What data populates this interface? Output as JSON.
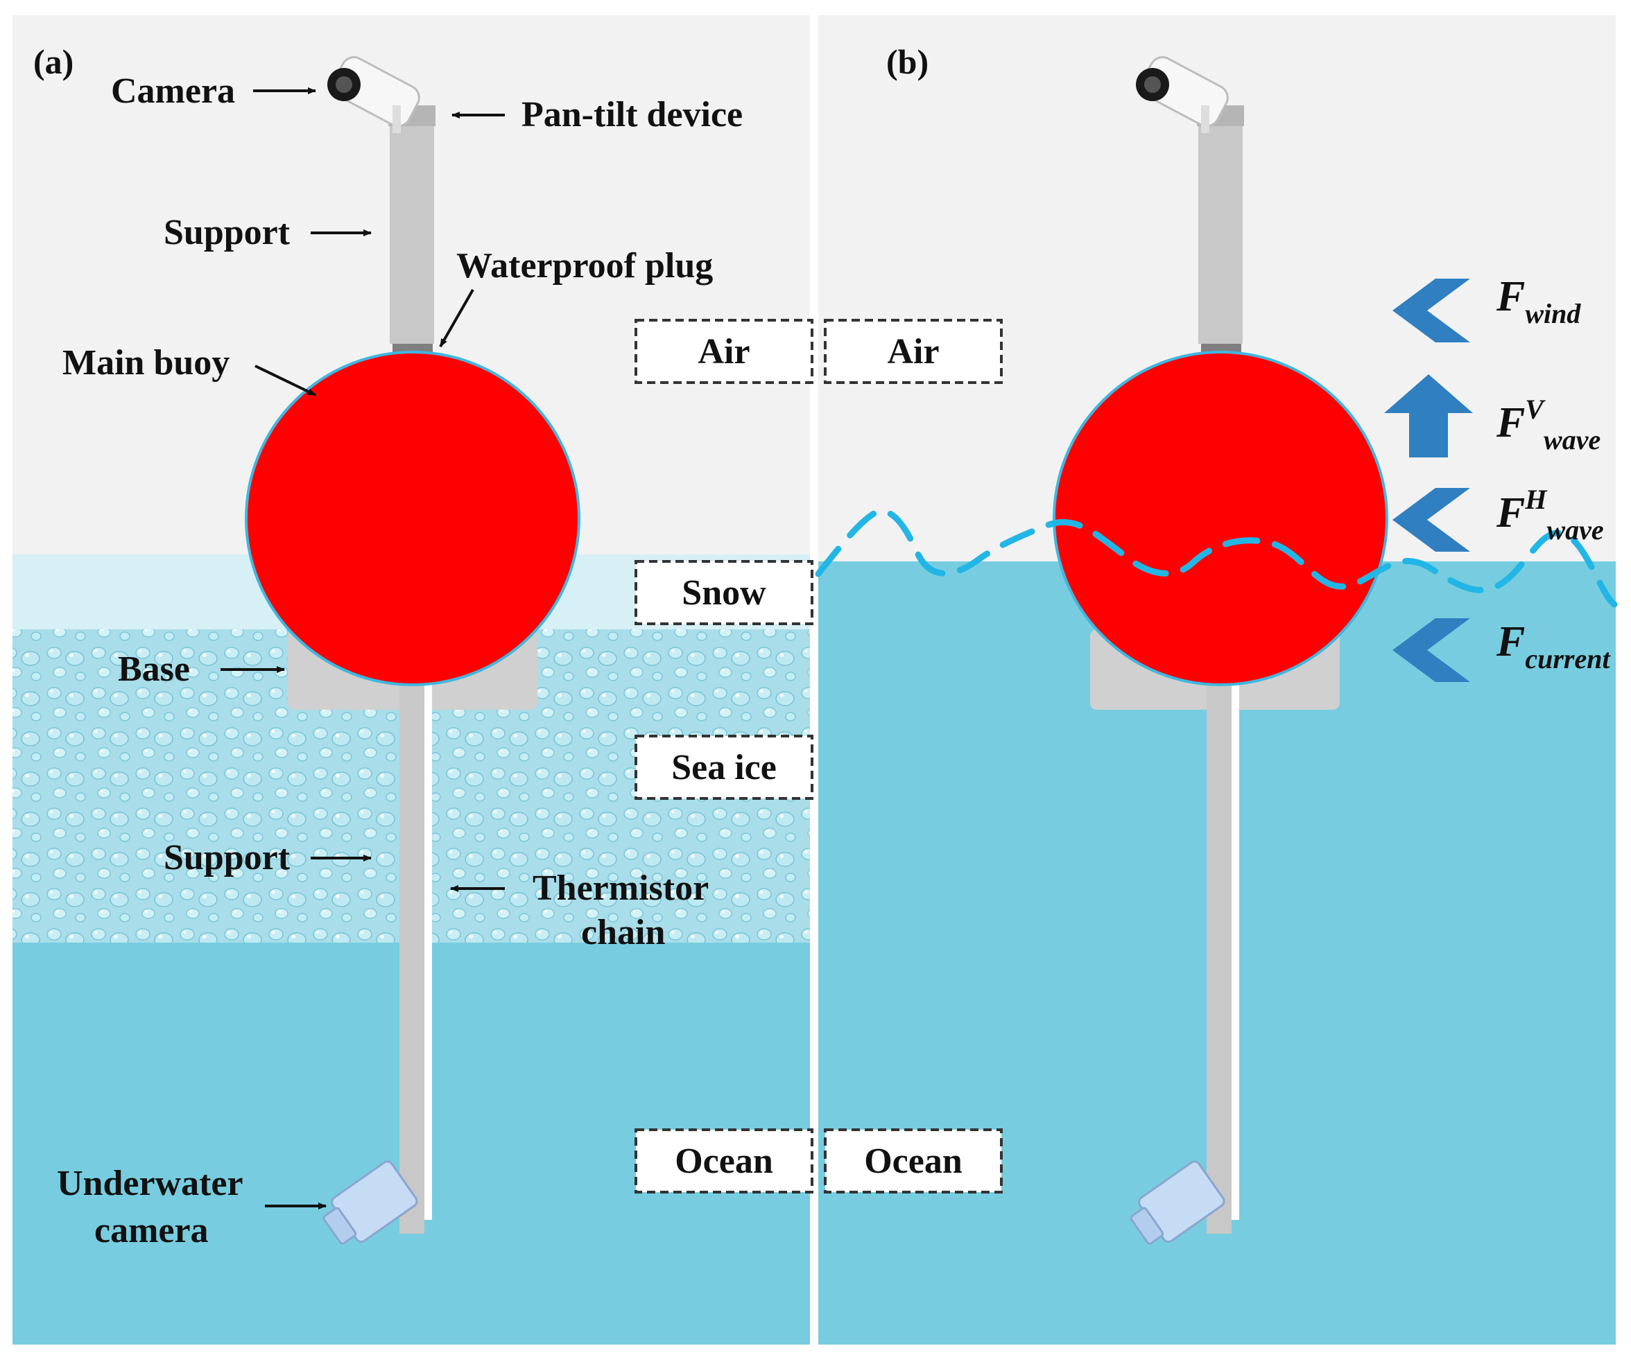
{
  "panels": {
    "a": {
      "label": "(a)"
    },
    "b": {
      "label": "(b)"
    }
  },
  "labels": {
    "camera": "Camera",
    "pan_tilt": "Pan-tilt device",
    "support_top": "Support",
    "waterproof_plug": "Waterproof plug",
    "main_buoy": "Main buoy",
    "base": "Base",
    "support_bottom": "Support",
    "thermistor_line1": "Thermistor",
    "thermistor_line2": "chain",
    "underwater_line1": "Underwater",
    "underwater_line2": "camera"
  },
  "zones": {
    "air_left": "Air",
    "air_right": "Air",
    "snow": "Snow",
    "sea_ice": "Sea ice",
    "ocean_left": "Ocean",
    "ocean_right": "Ocean"
  },
  "forces": {
    "wind": {
      "main": "F",
      "sub": "wind"
    },
    "wave_vertical": {
      "main": "F",
      "sup": "V",
      "sub": "wave"
    },
    "wave_horizontal": {
      "main": "F",
      "sup": "H",
      "sub": "wave"
    },
    "current": {
      "main": "F",
      "sub": "current"
    }
  },
  "colors": {
    "air": "#f2f2f2",
    "snow": "#d6f0f5",
    "sea_ice": "#a8dde9",
    "ocean": "#77cddf",
    "buoy": "#ff0000",
    "support": "#c8c8c8",
    "plug": "#7f7f7f",
    "force_arrow": "#2f7fc1",
    "wave_line": "#22b6e6"
  }
}
